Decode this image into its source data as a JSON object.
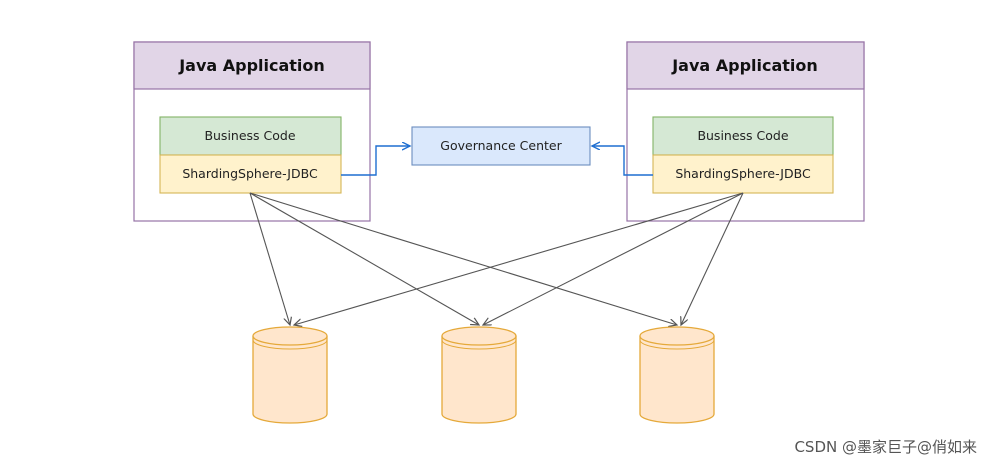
{
  "apps": [
    {
      "title": "Java Application",
      "business_code": "Business Code",
      "jdbc": "ShardingSphere-JDBC"
    },
    {
      "title": "Java Application",
      "business_code": "Business Code",
      "jdbc": "ShardingSphere-JDBC"
    }
  ],
  "governance_center": "Governance Center",
  "databases_count_note": "",
  "watermark": "CSDN @墨家巨子@俏如来",
  "colors": {
    "app_header_fill": "#e1d5e7",
    "app_border": "#9673a6",
    "business_fill": "#d5e8d4",
    "business_border": "#82b366",
    "jdbc_fill": "#fff2cc",
    "jdbc_border": "#d6b656",
    "governance_fill": "#dae8fc",
    "governance_border": "#6c8ebf",
    "db_fill": "#ffe6cc",
    "db_border": "#e5a93a",
    "blue_arrow": "#1f6fd1",
    "gray_arrow": "#555555"
  }
}
